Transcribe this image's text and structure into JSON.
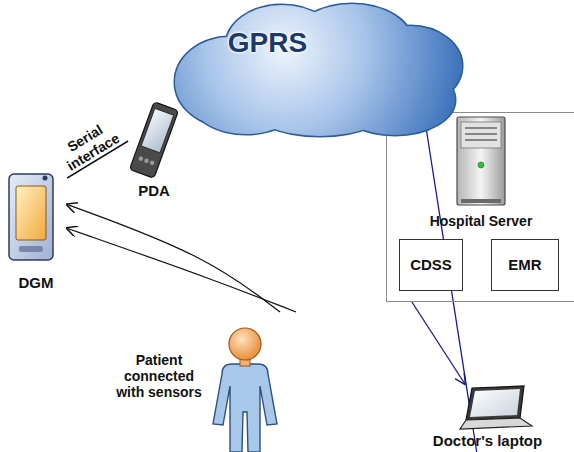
{
  "diagram": {
    "nodes": [
      {
        "text": [
          "DGM"
        ]
      },
      {
        "text": [
          "PDA"
        ]
      },
      {
        "text": [
          "GPRS"
        ]
      },
      {
        "text": [
          "Hospital Server"
        ]
      },
      {
        "text": [
          "CDSS"
        ],
        "in": 3
      },
      {
        "text": [
          "EMR"
        ],
        "in": 3
      },
      {
        "text": [
          "Patient connected with sensors"
        ]
      },
      {
        "text": [
          "Doctor's laptop"
        ]
      }
    ],
    "edges": [
      {
        "from": 0,
        "to": 1,
        "label": "Serial interface",
        "arrow": "none"
      },
      {
        "from": 6,
        "to": 0,
        "arrow": "to"
      },
      {
        "from": 6,
        "to": 0,
        "arrow": "to"
      },
      {
        "from": 3,
        "to": 7,
        "arrow": "to"
      },
      {
        "from": 7,
        "to": 3,
        "arrow": "to"
      }
    ]
  }
}
